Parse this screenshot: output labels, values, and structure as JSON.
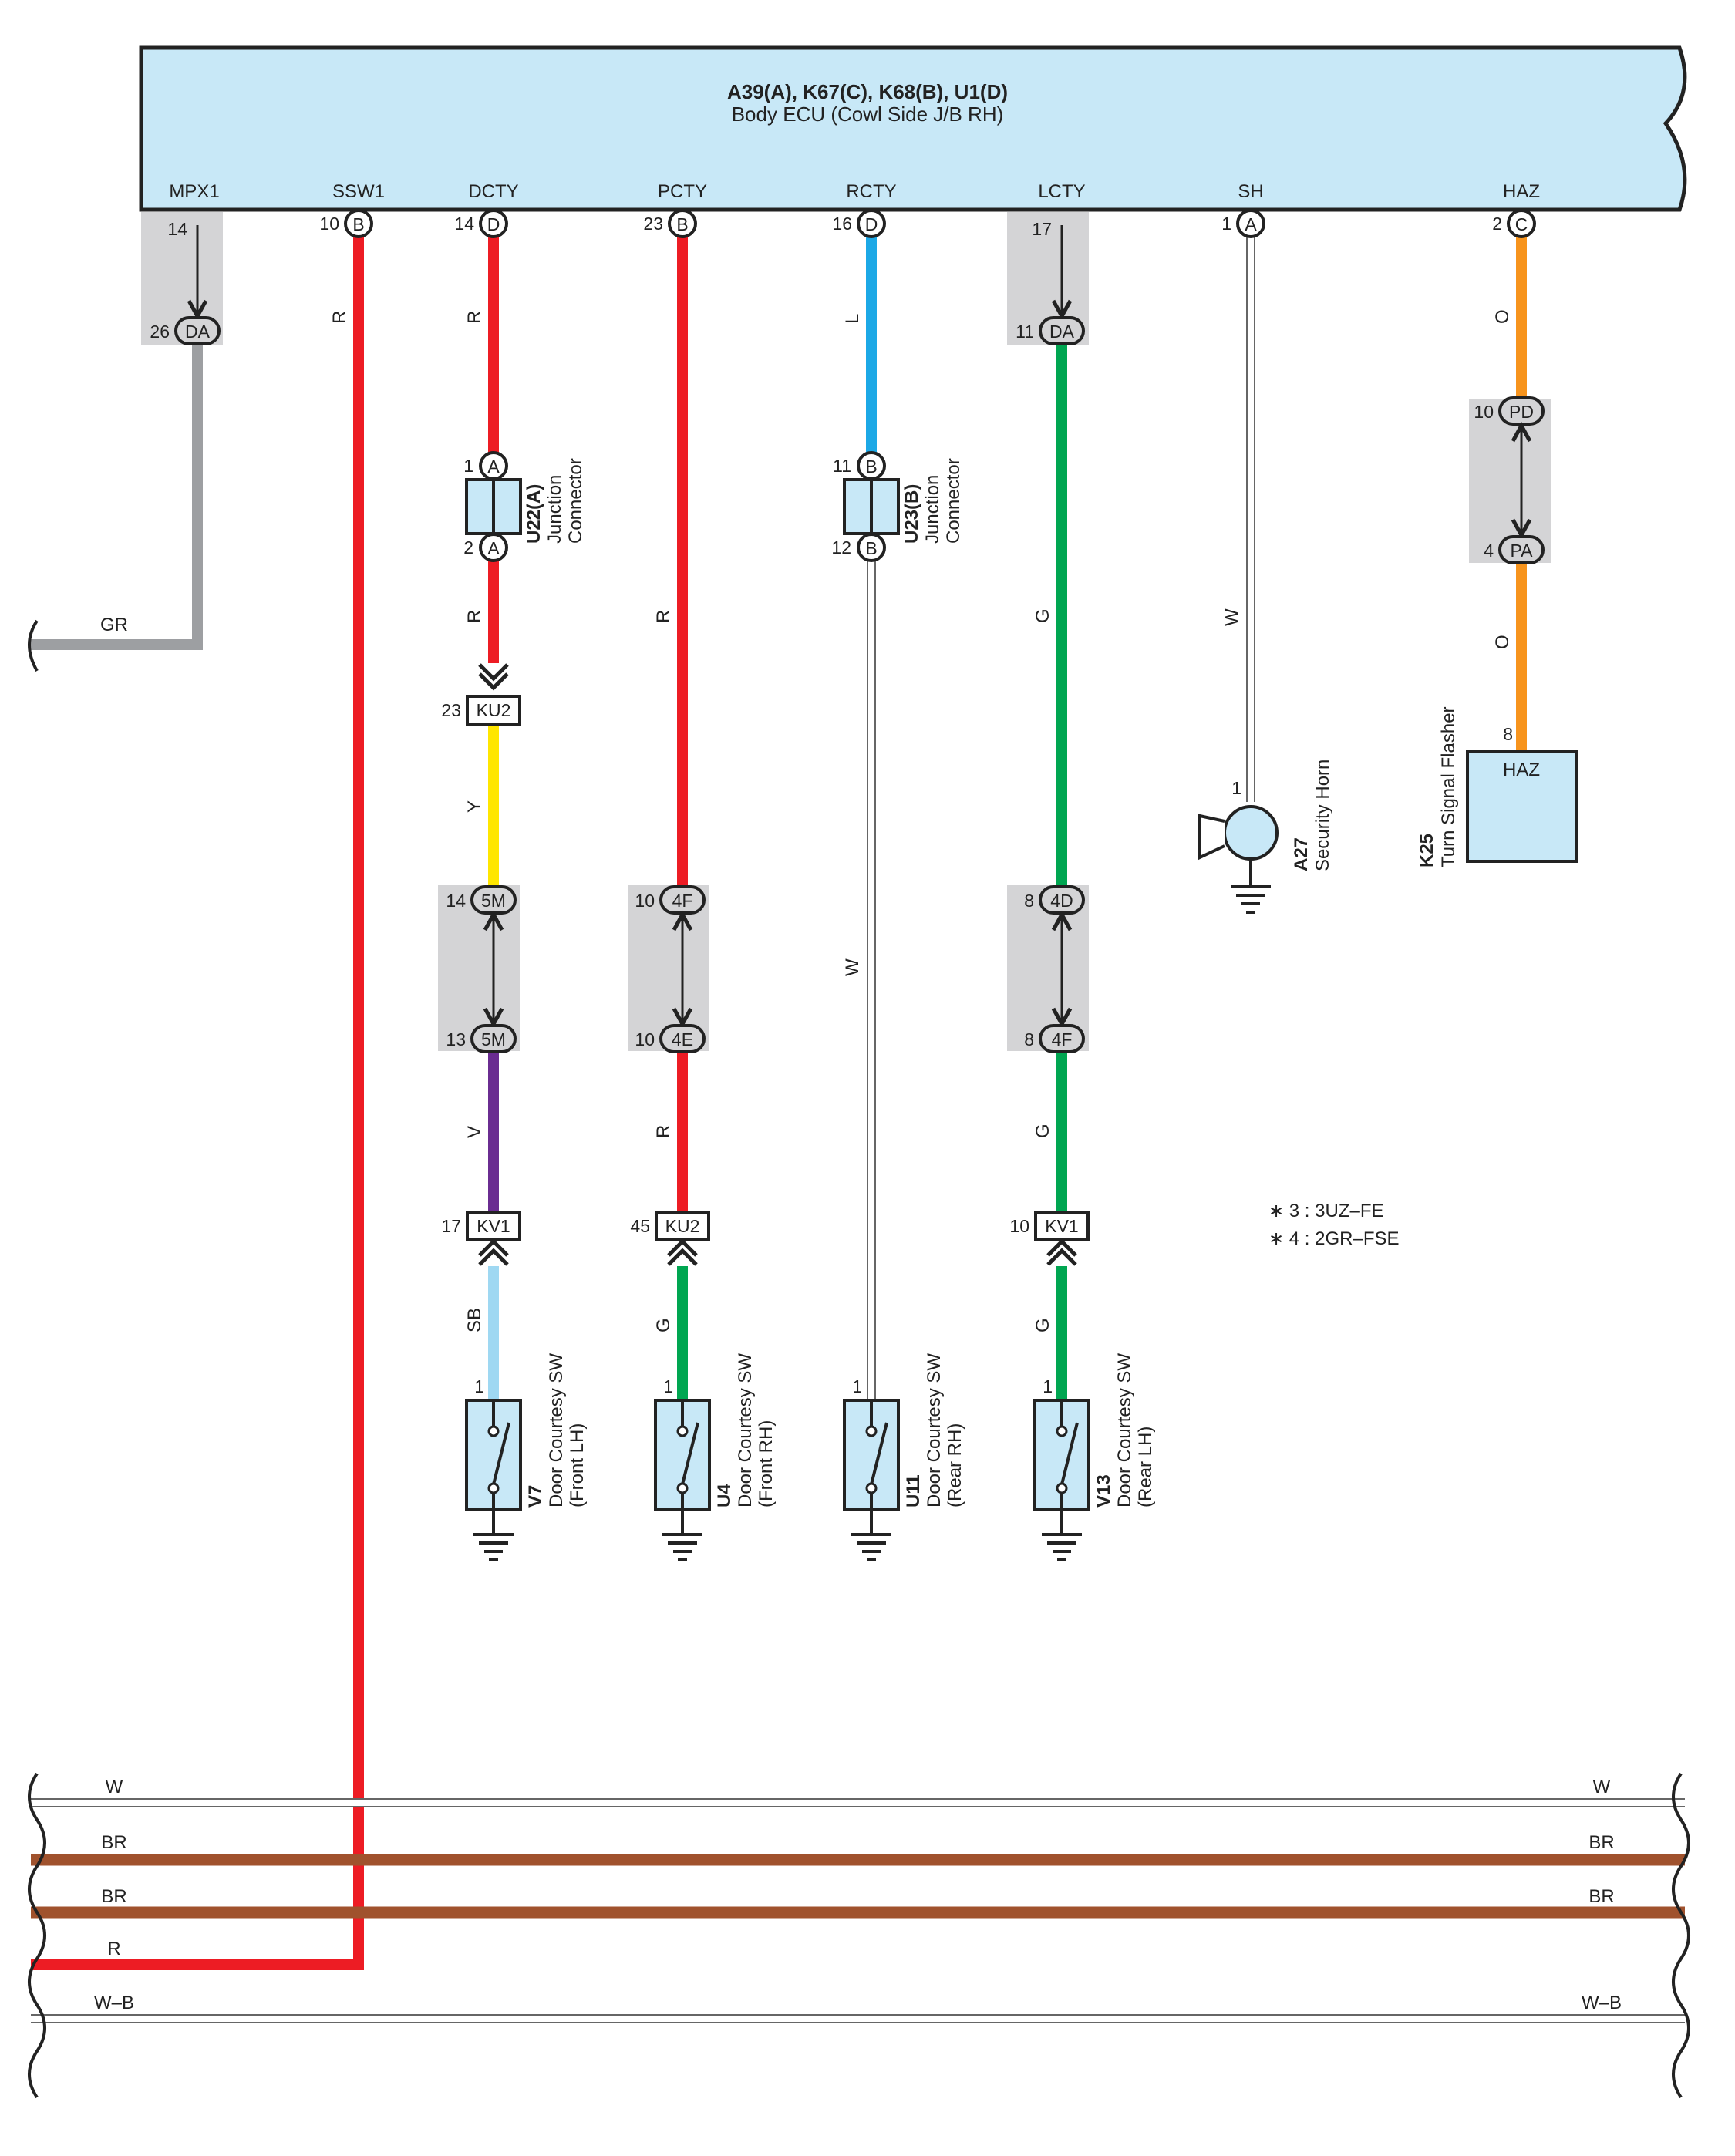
{
  "ecu": {
    "code": "A39(A), K67(C), K68(B), U1(D)",
    "name": "Body ECU (Cowl Side J/B RH)",
    "terminals": [
      "MPX1",
      "SSW1",
      "DCTY",
      "PCTY",
      "RCTY",
      "LCTY",
      "SH",
      "HAZ"
    ],
    "pins": [
      {
        "num": "14"
      },
      {
        "num": "10",
        "conn": "B"
      },
      {
        "num": "14",
        "conn": "D"
      },
      {
        "num": "23",
        "conn": "B"
      },
      {
        "num": "16",
        "conn": "D"
      },
      {
        "num": "17"
      },
      {
        "num": "1",
        "conn": "A"
      },
      {
        "num": "2",
        "conn": "C"
      }
    ]
  },
  "colors": {
    "ecu_fill": "#c8e8f7",
    "component_fill": "#c8e8f7",
    "connector_box": "#d4d4d6",
    "R": "#ed1c24",
    "Y": "#ffe600",
    "V": "#6a2c91",
    "SB": "#9fd8f2",
    "G": "#00a651",
    "L": "#1ca8e6",
    "O": "#f7941d",
    "W": "#ffffff",
    "GR": "#9d9fa2",
    "BR": "#a0522d"
  },
  "wire_labels": {
    "ssw1": "R",
    "dcty": [
      "R",
      "R",
      "Y",
      "V",
      "SB"
    ],
    "pcty": [
      "R",
      "R",
      "G"
    ],
    "rcty": [
      "L",
      "W"
    ],
    "lcty": [
      "G",
      "G",
      "G"
    ],
    "sh": "W",
    "haz": [
      "O",
      "O"
    ],
    "mpx": "GR"
  },
  "connectors": {
    "da_top": {
      "top_pin": "14",
      "pin": "26",
      "name": "DA"
    },
    "da_lcty": {
      "top_pin": "17",
      "pin": "11",
      "name": "DA"
    },
    "pd": {
      "pin": "10",
      "name": "PD"
    },
    "pa": {
      "pin": "4",
      "name": "PA"
    },
    "m5_top": {
      "pin": "14",
      "name": "5M"
    },
    "m5_bot": {
      "pin": "13",
      "name": "5M"
    },
    "f4_top": {
      "pin": "10",
      "name": "4F"
    },
    "e4_bot": {
      "pin": "10",
      "name": "4E"
    },
    "d4_top": {
      "pin": "8",
      "name": "4D"
    },
    "f4_bot": {
      "pin": "8",
      "name": "4F"
    },
    "ku2_dcty": {
      "pin": "23",
      "name": "KU2"
    },
    "ku2_pcty": {
      "pin": "45",
      "name": "KU2"
    },
    "kv1_dcty": {
      "pin": "17",
      "name": "KV1"
    },
    "kv1_lcty": {
      "pin": "10",
      "name": "KV1"
    }
  },
  "junctions": {
    "u22": {
      "id": "U22(A)",
      "name_line1": "Junction",
      "name_line2": "Connector",
      "pin_in": "1",
      "pin_out": "2",
      "conn": "A"
    },
    "u23": {
      "id": "U23(B)",
      "name_line1": "Junction",
      "name_line2": "Connector",
      "pin_in": "11",
      "pin_out": "12",
      "conn": "B"
    }
  },
  "switches": [
    {
      "id": "V7",
      "name": "Door Courtesy SW",
      "pos": "(Front LH)",
      "pin": "1"
    },
    {
      "id": "U4",
      "name": "Door Courtesy SW",
      "pos": "(Front RH)",
      "pin": "1"
    },
    {
      "id": "U11",
      "name": "Door Courtesy SW",
      "pos": "(Rear RH)",
      "pin": "1"
    },
    {
      "id": "V13",
      "name": "Door Courtesy SW",
      "pos": "(Rear LH)",
      "pin": "1"
    }
  ],
  "horn": {
    "id": "A27",
    "name": "Security Horn",
    "pin": "1"
  },
  "flasher": {
    "id": "K25",
    "name": "Turn Signal Flasher",
    "terminal": "HAZ",
    "pin": "8"
  },
  "notes": [
    "∗ 3 : 3UZ–FE",
    "∗ 4 : 2GR–FSE"
  ],
  "bus": {
    "left": [
      "W",
      "BR",
      "BR",
      "R",
      "W–B"
    ],
    "right": [
      "W",
      "BR",
      "BR",
      "W–B"
    ]
  }
}
